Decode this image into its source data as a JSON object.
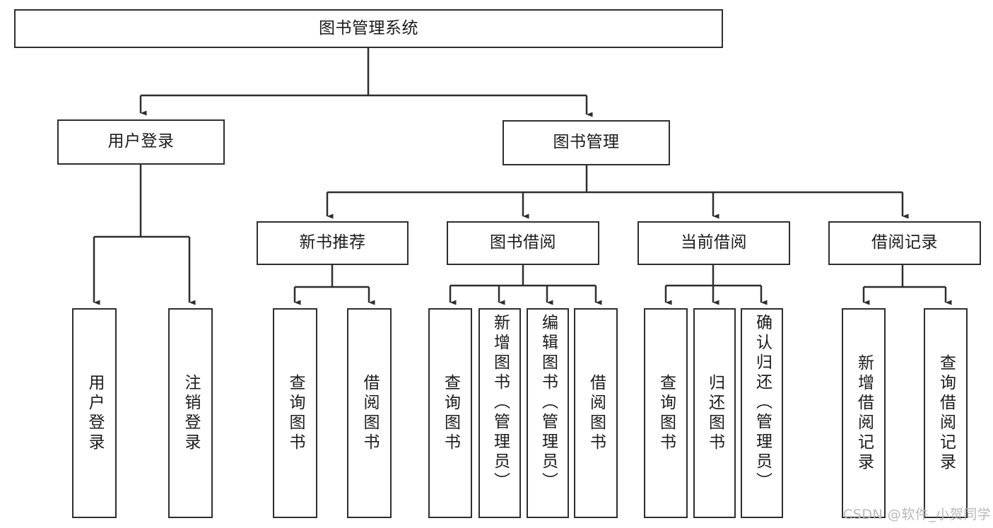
{
  "diagram": {
    "type": "tree-hierarchy",
    "title": "图书管理系统",
    "orientation": "top-down",
    "background_color": "#ffffff",
    "box_border_color": "#2e2e2e",
    "connector_color": "#2e2e2e",
    "text_color": "#1b1b1b"
  },
  "root": {
    "label": "图书管理系统"
  },
  "level2": [
    {
      "label": "用户登录"
    },
    {
      "label": "图书管理"
    }
  ],
  "level3": [
    {
      "label": "新书推荐"
    },
    {
      "label": "图书借阅"
    },
    {
      "label": "当前借阅"
    },
    {
      "label": "借阅记录"
    }
  ],
  "leaves": {
    "user_login": [
      {
        "label": "用户登录"
      },
      {
        "label": "注销登录"
      }
    ],
    "new_book_recommend": [
      {
        "label": "查询图书"
      },
      {
        "label": "借阅图书"
      }
    ],
    "book_borrow": [
      {
        "label": "查询图书"
      },
      {
        "label": "新增图书（管理员）"
      },
      {
        "label": "编辑图书（管理员）"
      },
      {
        "label": "借阅图书"
      }
    ],
    "current_borrow": [
      {
        "label": "查询图书"
      },
      {
        "label": "归还图书"
      },
      {
        "label": "确认归还（管理员）"
      }
    ],
    "borrow_record": [
      {
        "label": "新增借阅记录"
      },
      {
        "label": "查询借阅记录"
      }
    ]
  },
  "watermark": {
    "text": "CSDN @软件_小贺同学",
    "color": "#b9b9b9"
  }
}
